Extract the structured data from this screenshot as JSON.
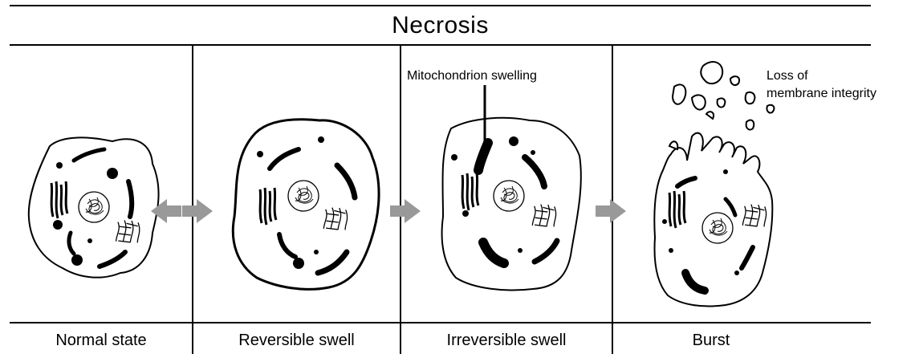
{
  "title": "Necrosis",
  "stages": [
    {
      "label": "Normal state"
    },
    {
      "label": "Reversible swell"
    },
    {
      "label": "Irreversible swell"
    },
    {
      "label": "Burst"
    }
  ],
  "annotations": {
    "mitochondrion": "Mitochondrion swelling",
    "membrane_line1": "Loss of",
    "membrane_line2": "membrane integrity"
  },
  "colors": {
    "stroke": "#000000",
    "arrow": "#999999",
    "background": "#ffffff"
  }
}
